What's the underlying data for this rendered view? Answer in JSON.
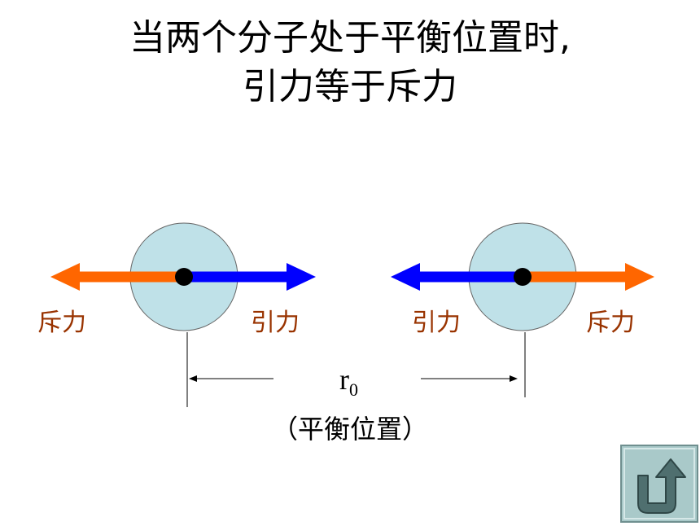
{
  "title": {
    "line1": "当两个分子处于平衡位置时,",
    "line2": "引力等于斥力"
  },
  "labels": {
    "repulsion_left": "斥力",
    "attraction_left": "引力",
    "attraction_right": "引力",
    "repulsion_right": "斥力",
    "distance_symbol": "r",
    "distance_subscript": "0",
    "equilibrium": "（平衡位置）"
  },
  "colors": {
    "repulsion": "#FF6600",
    "attraction": "#0000FF",
    "molecule_fill": "#BFE1E8",
    "label_text": "#993300",
    "back_button_bg": "#A9C9C9"
  },
  "icons": {
    "back_button": "u-turn-arrow-icon"
  }
}
